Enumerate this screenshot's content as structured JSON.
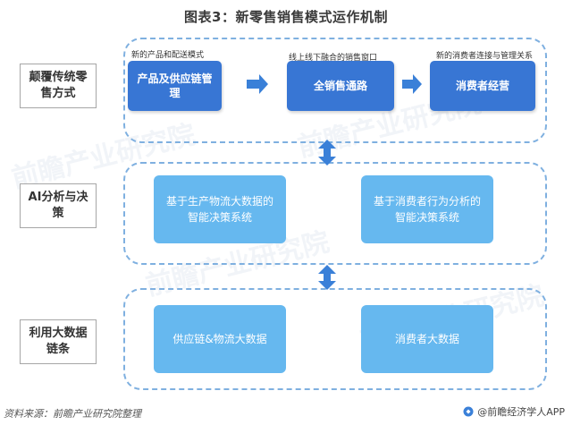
{
  "title": "图表3：新零售销售模式运作机制",
  "rows": [
    {
      "side_label": "颠覆传统零售方式",
      "boxes": [
        {
          "top_label": "新的产品和配送模式",
          "text": "产品及供应链管理"
        },
        {
          "top_label": "线上线下融合的销售窗口",
          "text": "全销售通路"
        },
        {
          "top_label": "新的消费者连接与管理关系",
          "text": "消费者经营"
        }
      ]
    },
    {
      "side_label": "AI分析与决策",
      "boxes": [
        {
          "text": "基于生产物流大数据的智能决策系统"
        },
        {
          "text": "基于消费者行为分析的智能决策系统"
        }
      ]
    },
    {
      "side_label": "利用大数据链条",
      "boxes": [
        {
          "text": "供应链&物流大数据"
        },
        {
          "text": "消费者大数据"
        }
      ]
    }
  ],
  "footer": {
    "source": "资料来源：前瞻产业研究院整理",
    "brand": "@前瞻经济学人APP"
  },
  "watermark": "前瞻产业研究院",
  "colors": {
    "dark_box": "#3876d4",
    "light_box": "#66b8ef",
    "dashed_border": "#7fb0e0",
    "arrow": "#3a80d8"
  }
}
